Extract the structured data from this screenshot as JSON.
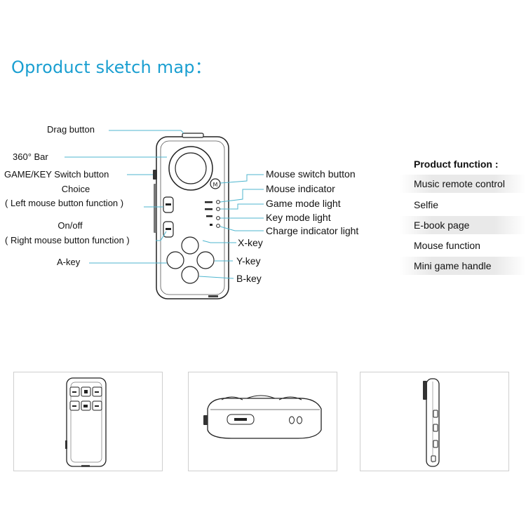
{
  "title": "Oproduct sketch map：",
  "labels": {
    "drag_button": "Drag  button",
    "bar_360": "360° Bar",
    "game_key_switch": "GAME/KEY Switch button",
    "choice": "Choice",
    "choice_sub": "( Left mouse button function )",
    "onoff": "On/off",
    "onoff_sub": "( Right mouse button function )",
    "a_key": "A-key",
    "mouse_switch": "Mouse switch button",
    "mouse_indicator": "Mouse indicator",
    "game_mode_light": "Game mode light",
    "key_mode_light": "Key mode light",
    "charge_light": "Charge indicator light",
    "x_key": "X-key",
    "y_key": "Y-key",
    "b_key": "B-key"
  },
  "product_function": {
    "heading": "Product function :",
    "items": [
      "Music remote control",
      "Selfie",
      "E-book page",
      "Mouse function",
      "Mini game handle"
    ]
  },
  "colors": {
    "title": "#1a9fd1",
    "leader_line": "#4fb6cf"
  }
}
